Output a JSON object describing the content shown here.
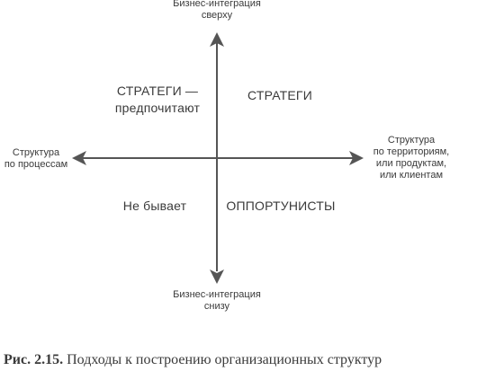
{
  "axes": {
    "top_label": [
      "Бизнес-интеграция",
      "сверху"
    ],
    "bottom_label": [
      "Бизнес-интеграция",
      "снизу"
    ],
    "left_label": [
      "Структура",
      "по процессам"
    ],
    "right_label": [
      "Структура",
      "по территориям,",
      "или продуктам,",
      "или клиентам"
    ]
  },
  "quadrants": {
    "top_left": [
      "СТРАТЕГИ —",
      "предпочитают"
    ],
    "top_right": "СТРАТЕГИ",
    "bottom_left": "Не бывает",
    "bottom_right": "ОППОРТУНИСТЫ"
  },
  "caption": {
    "number": "Рис. 2.15.",
    "text": "Подходы к построению организационных структур"
  }
}
